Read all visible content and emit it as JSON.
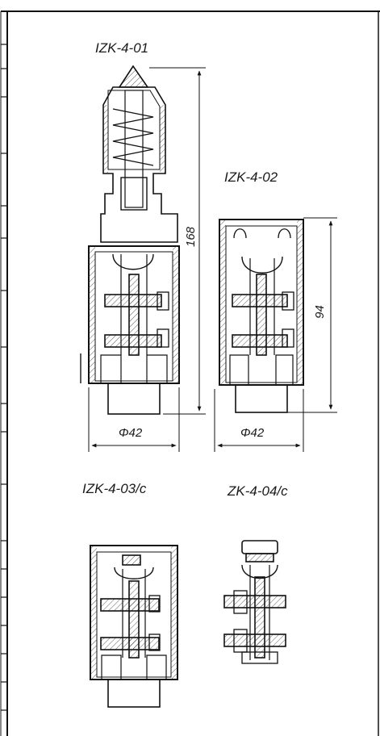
{
  "diagram": {
    "variants": [
      {
        "id": "izk-4-01",
        "label": "IZK-4-01",
        "height_dim": "168",
        "diameter_dim": "Φ42"
      },
      {
        "id": "izk-4-02",
        "label": "IZK-4-02",
        "height_dim": "94",
        "diameter_dim": "Φ42"
      },
      {
        "id": "izk-4-03c",
        "label": "IZK-4-03/c"
      },
      {
        "id": "zk-4-04c",
        "label": "ZK-4-04/c"
      }
    ]
  }
}
